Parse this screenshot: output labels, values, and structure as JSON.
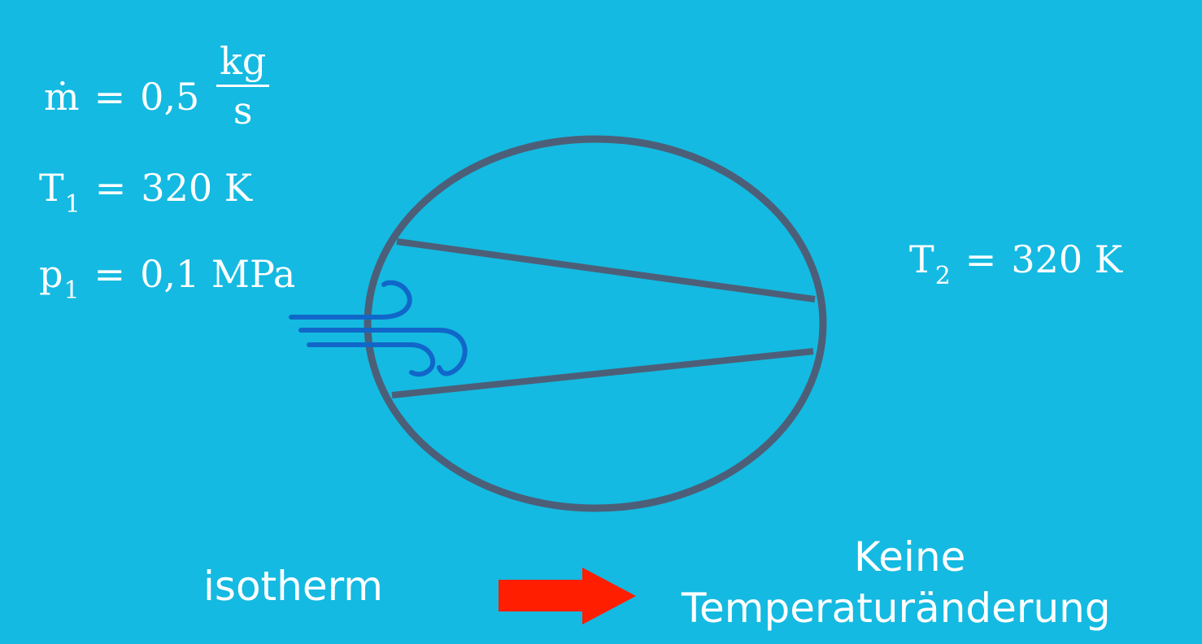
{
  "given": {
    "mass_flow": {
      "symbol": "ṁ",
      "equals": "=",
      "value": "0,5",
      "unit_num": "kg",
      "unit_den": "s"
    },
    "t1": {
      "symbol": "T",
      "subscript": "1",
      "equals": "=",
      "value": "320 K"
    },
    "p1": {
      "symbol": "p",
      "subscript": "1",
      "equals": "=",
      "value": "0,1 MPa"
    }
  },
  "outlet": {
    "symbol": "T",
    "subscript": "2",
    "equals": "=",
    "value": "320 K"
  },
  "conclusion": {
    "condition": "isotherm",
    "result_line1": "Keine",
    "result_line2": "Temperaturänderung"
  },
  "colors": {
    "background": "#14bae1",
    "outline": "#4d5f78",
    "flow": "#1167c9",
    "arrow": "#ff1e00",
    "text": "#ffffff"
  },
  "icons": {
    "nozzle": "pipe-section-icon",
    "flow": "wind-icon",
    "arrow": "right-arrow-icon"
  }
}
